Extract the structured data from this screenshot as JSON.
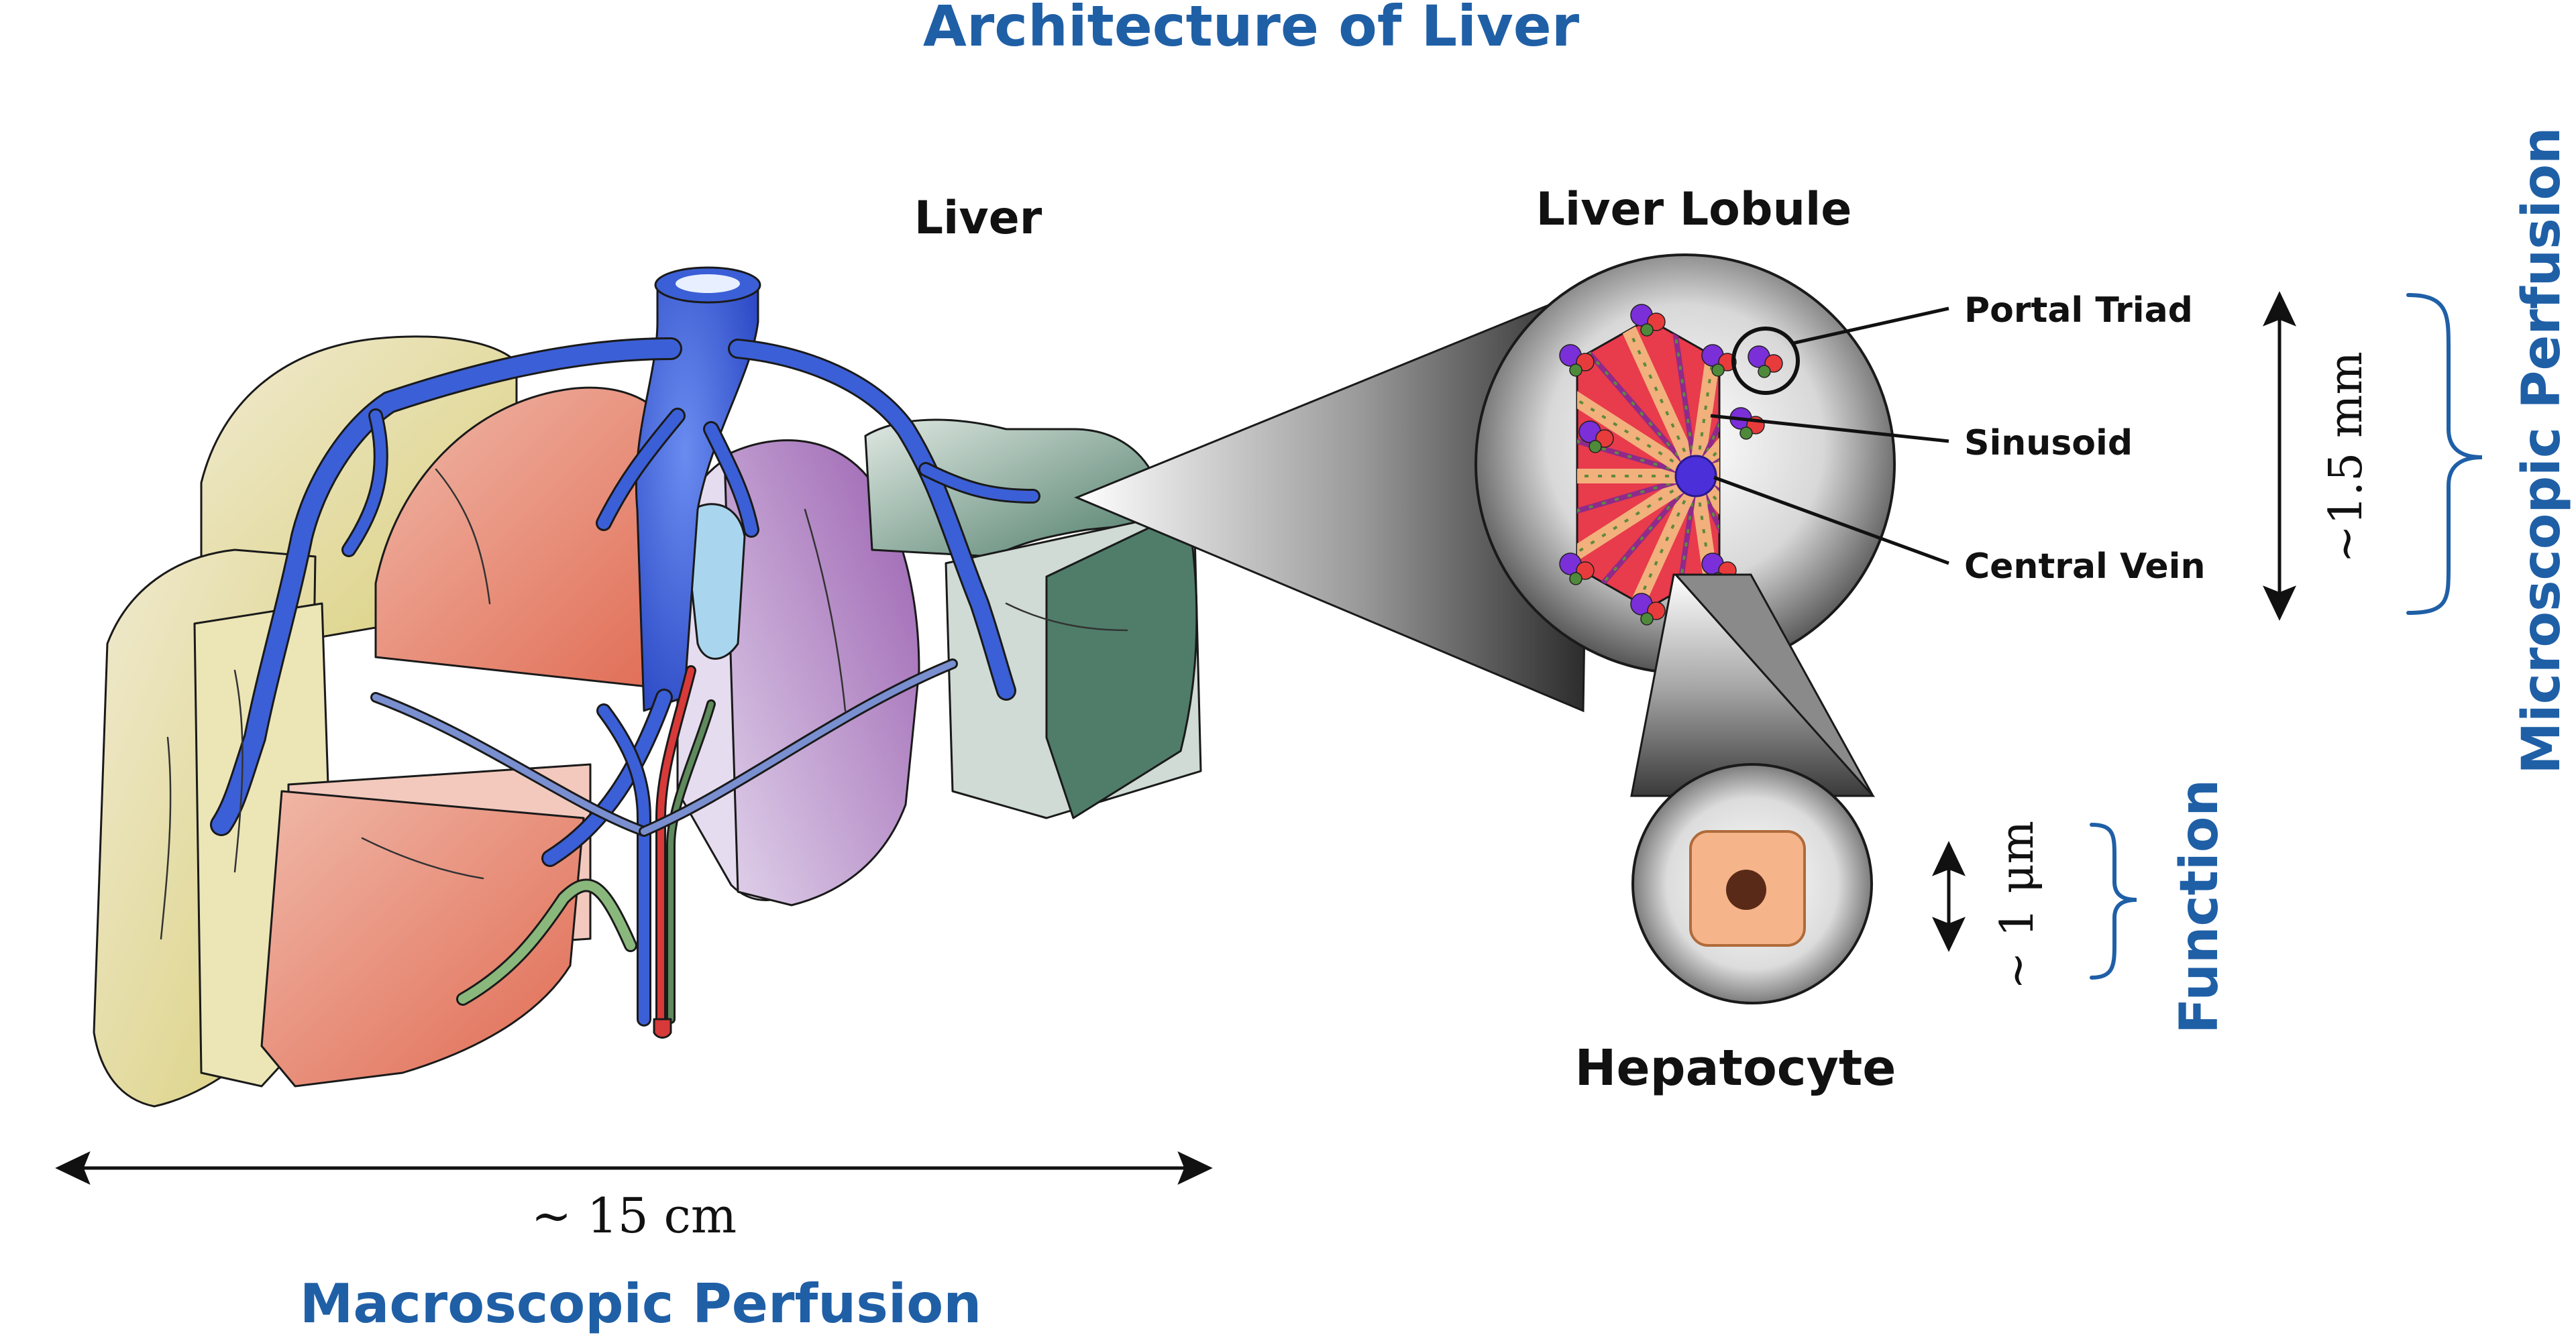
{
  "title": "Architecture of Liver",
  "labels": {
    "liver": "Liver",
    "liver_lobule": "Liver Lobule",
    "hepatocyte": "Hepatocyte",
    "portal_triad": "Portal Triad",
    "sinusoid": "Sinusoid",
    "central_vein": "Central Vein"
  },
  "scales": {
    "liver_size": "∼ 15 cm",
    "lobule_size": "∼1.5 mm",
    "hepatocyte_size": "∼ 1 μm"
  },
  "categories": {
    "macroscopic": "Macroscopic Perfusion",
    "microscopic": "Microscopic Perfusion",
    "function": "Function"
  },
  "colors": {
    "accent_blue": "#1f5fa6",
    "vein_blue": "#3b5fd6",
    "lobe_yellow": "#e6de93",
    "lobe_red": "#e0705c",
    "lobe_purple": "#a878b8",
    "lobe_green": "#5e8a78",
    "hepatocyte_fill": "#f6b48a",
    "nucleus": "#5a2a18"
  }
}
